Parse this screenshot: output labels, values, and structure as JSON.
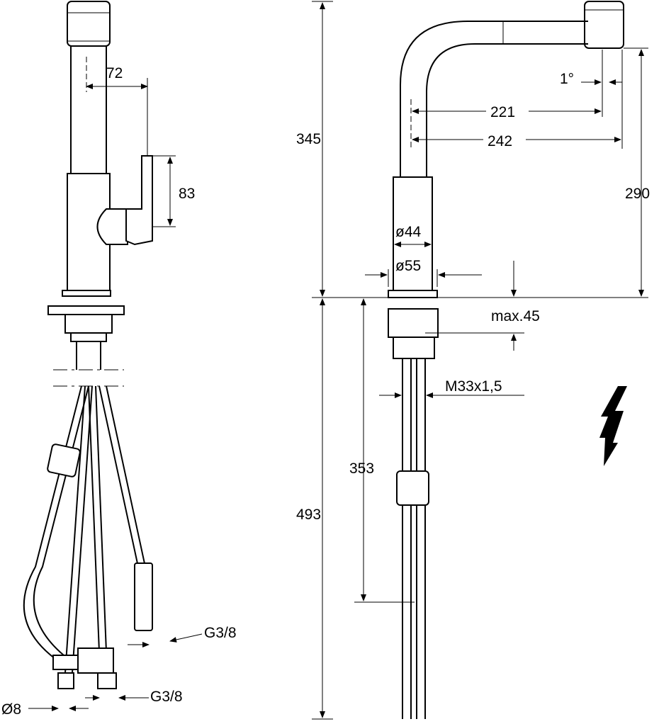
{
  "front_view": {
    "dim_lever_offset": "72",
    "dim_lever_height": "83",
    "dim_connection_1": "G3/8",
    "dim_connection_2": "G3/8",
    "dim_hose_diameter": "Ø8"
  },
  "side_view": {
    "dim_height_above_counter": "345",
    "dim_spout_height": "290",
    "dim_spray_angle": "1°",
    "dim_reach_1": "221",
    "dim_reach_2": "242",
    "dim_body_diameter": "ø44",
    "dim_base_diameter": "ø55",
    "dim_max_counter_thickness": "max.45",
    "dim_thread": "M33x1,5",
    "dim_shank_length": "353",
    "dim_below_counter": "493"
  },
  "symbols": {
    "electrical_hazard_icon": "lightning-bolt"
  }
}
